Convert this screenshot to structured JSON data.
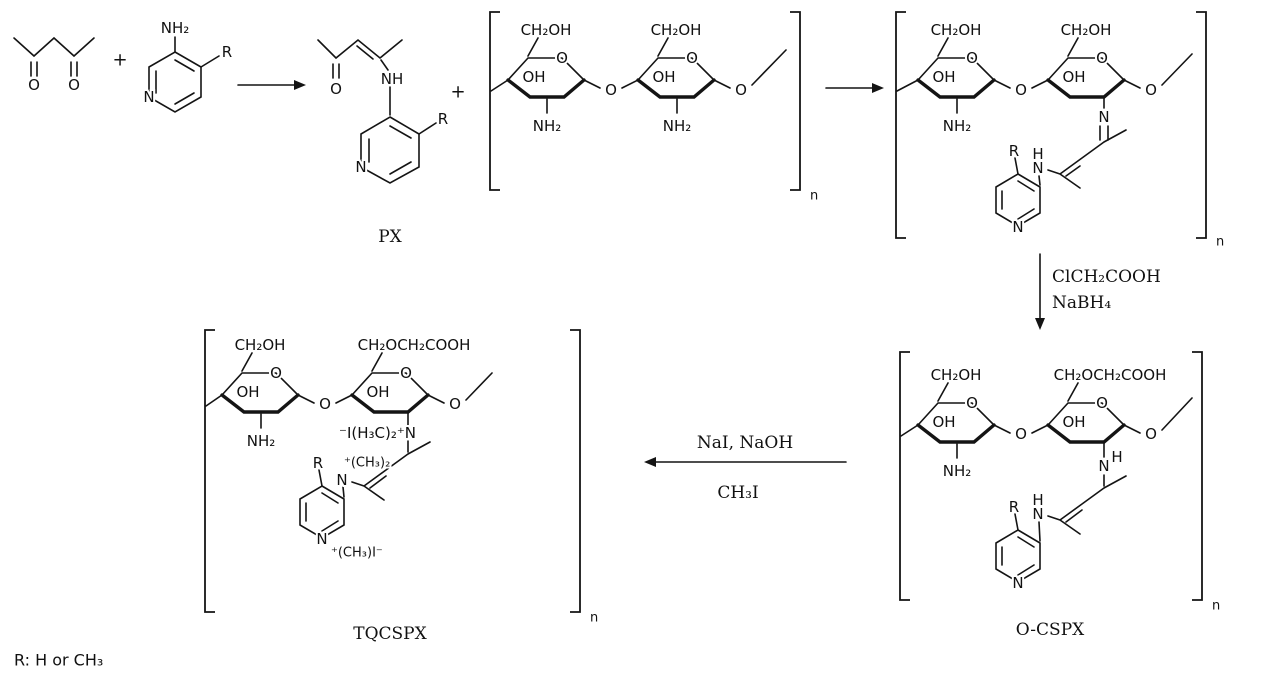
{
  "compounds": {
    "px_label": "PX",
    "ocspx_label": "O-CSPX",
    "tqcspx_label": "TQCSPX"
  },
  "reagents": {
    "step2": [
      "ClCH₂COOH",
      "NaBH₄"
    ],
    "step3": [
      "NaI, NaOH",
      "CH₃I"
    ]
  },
  "operators": {
    "plus": "+"
  },
  "atoms": {
    "O": "O",
    "N": "N",
    "H": "H",
    "R": "R",
    "NH": "NH",
    "NH2": "NH₂",
    "OH": "OH",
    "CH2OH": "CH₂OH",
    "CH2OCH2COOH": "CH₂OCH₂COOH",
    "n": "n"
  },
  "quaternary": {
    "dimethyl_iodide_n": "⁻I(H₃C)₂⁺N",
    "dimethyl": "⁺(CH₃)₂",
    "methyl_iodide": "⁺(CH₃)I⁻"
  },
  "footnote": "R: H or CH₃"
}
